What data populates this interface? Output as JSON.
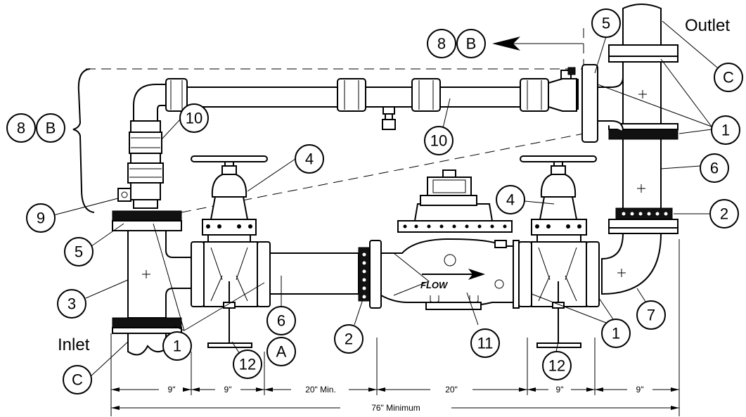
{
  "labels": {
    "outlet": "Outlet",
    "inlet": "Inlet",
    "flow": "FLOW"
  },
  "callouts": [
    {
      "id": "c8-top",
      "text": "8"
    },
    {
      "id": "cB-top",
      "text": "B"
    },
    {
      "id": "c5-top",
      "text": "5"
    },
    {
      "id": "cC-right",
      "text": "C"
    },
    {
      "id": "c1-right-top",
      "text": "1"
    },
    {
      "id": "c6-right",
      "text": "6"
    },
    {
      "id": "c2-right",
      "text": "2"
    },
    {
      "id": "c8-left",
      "text": "8"
    },
    {
      "id": "cB-left",
      "text": "B"
    },
    {
      "id": "c10-left",
      "text": "10"
    },
    {
      "id": "c10-mid",
      "text": "10"
    },
    {
      "id": "c4-left",
      "text": "4"
    },
    {
      "id": "c4-right",
      "text": "4"
    },
    {
      "id": "c9",
      "text": "9"
    },
    {
      "id": "c5-left",
      "text": "5"
    },
    {
      "id": "c3",
      "text": "3"
    },
    {
      "id": "c1-left",
      "text": "1"
    },
    {
      "id": "c6-mid",
      "text": "6"
    },
    {
      "id": "cA",
      "text": "A"
    },
    {
      "id": "c2-mid",
      "text": "2"
    },
    {
      "id": "c11",
      "text": "11"
    },
    {
      "id": "c1-right-bottom",
      "text": "1"
    },
    {
      "id": "c7",
      "text": "7"
    },
    {
      "id": "c12-left",
      "text": "12"
    },
    {
      "id": "c12-right",
      "text": "12"
    },
    {
      "id": "cC-left",
      "text": "C"
    }
  ],
  "dimensions": {
    "d1": "9\"",
    "d2": "9\"",
    "d3": "20\" Min.",
    "d4": "20\"",
    "d5": "9\"",
    "d6": "9\"",
    "total": "76\" Minimum"
  }
}
